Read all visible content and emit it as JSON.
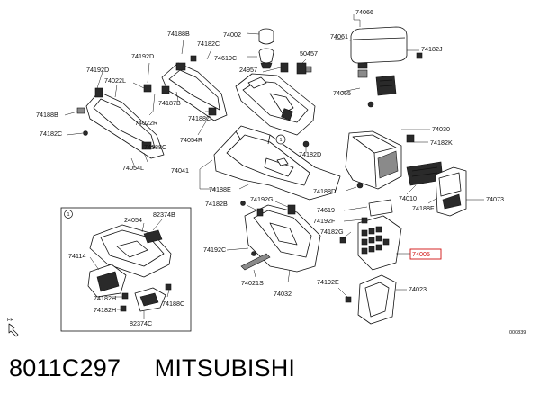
{
  "parts": {
    "p74066": "74066",
    "p74061": "74061",
    "p74182J": "74182J",
    "p74065": "74065",
    "p74188B": "74188B",
    "p74002": "74002",
    "p74182C_top": "74182C",
    "p74619C": "74619C",
    "p74192D": "74192D",
    "p50457": "50457",
    "p24957": "24957",
    "p74192D_left": "74192D",
    "p74022L": "74022L",
    "p74187B": "74187B",
    "p74188B_left": "74188B",
    "p74022R": "74022R",
    "p74188C_mid": "74188C",
    "p74182C_left": "74182C",
    "p74188C_left": "74188C",
    "p74054R": "74054R",
    "p74054L": "74054L",
    "p74182D": "74182D",
    "p74030": "74030",
    "p74182K": "74182K",
    "p74041": "74041",
    "p74188E": "74188E",
    "p74188D": "74188D",
    "p74010": "74010",
    "p74073": "74073",
    "p74188F": "74188F",
    "p74182B": "74182B",
    "p74192G": "74192G",
    "p74619": "74619",
    "p74192F": "74192F",
    "p74182G": "74182G",
    "p74192C": "74192C",
    "p74005": "74005",
    "p74021S": "74021S",
    "p74032": "74032",
    "p74192E": "74192E",
    "p74023": "74023",
    "i24054": "24054",
    "i82374B": "82374B",
    "i74114": "74114",
    "i74188C": "74188C",
    "i74182H_a": "74182H",
    "i74182H_b": "74182H",
    "i82374C": "82374C"
  },
  "callout_marker": "1",
  "inset_marker": "1",
  "fr_label": "FR",
  "diagram_code": "000839",
  "caption": {
    "part_number": "8011C297",
    "brand": "MITSUBISHI"
  },
  "highlight_color": "#d01010"
}
